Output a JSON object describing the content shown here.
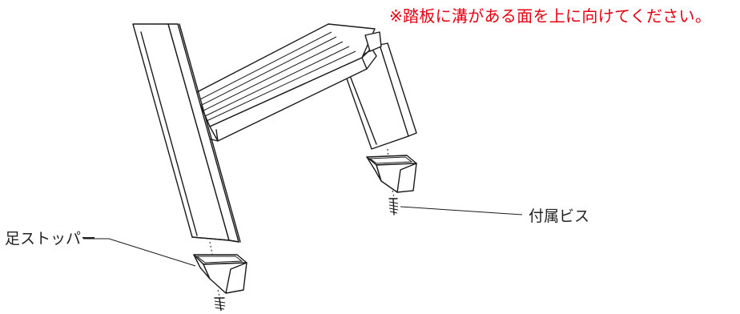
{
  "note": {
    "text": "※踏板に溝がある面を上に向けてください。",
    "color": "#e60012"
  },
  "labels": {
    "foot_stopper": "足ストッパー",
    "included_screw": "付属ビス"
  }
}
